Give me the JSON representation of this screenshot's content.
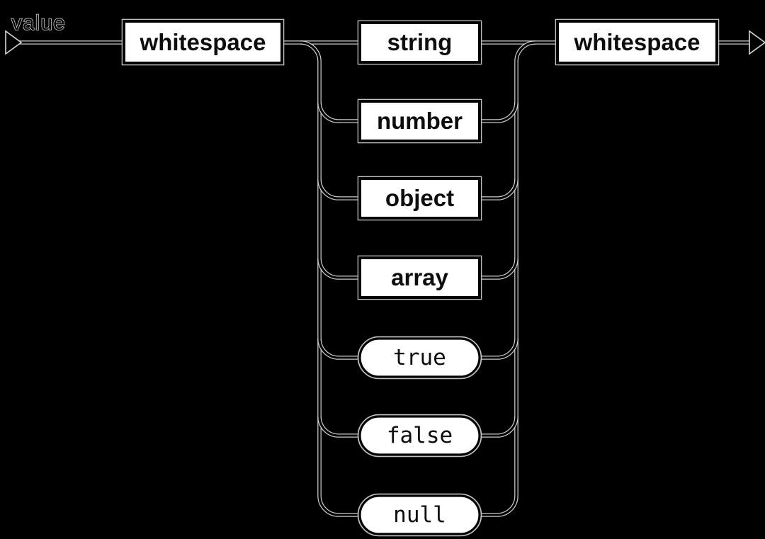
{
  "diagram": {
    "title": "value",
    "kind": "railroad-syntax-diagram",
    "colors": {
      "background": "#000000",
      "rail": "#000000",
      "rail_halo": "#d6d6d6",
      "box_fill": "#ffffff",
      "box_border": "#000000",
      "label_text": "#0d0d0d"
    },
    "entry_node": {
      "label": "whitespace",
      "shape": "rect",
      "category": "non-terminal"
    },
    "exit_node": {
      "label": "whitespace",
      "shape": "rect",
      "category": "non-terminal"
    },
    "choices": [
      {
        "label": "string",
        "shape": "rect",
        "category": "non-terminal"
      },
      {
        "label": "number",
        "shape": "rect",
        "category": "non-terminal"
      },
      {
        "label": "object",
        "shape": "rect",
        "category": "non-terminal"
      },
      {
        "label": "array",
        "shape": "rect",
        "category": "non-terminal"
      },
      {
        "label": "true",
        "shape": "pill",
        "category": "terminal"
      },
      {
        "label": "false",
        "shape": "pill",
        "category": "terminal"
      },
      {
        "label": "null",
        "shape": "pill",
        "category": "terminal"
      }
    ],
    "flow": [
      "start-arrow",
      "whitespace",
      "choice-of-7",
      "whitespace",
      "end-arrow"
    ]
  }
}
